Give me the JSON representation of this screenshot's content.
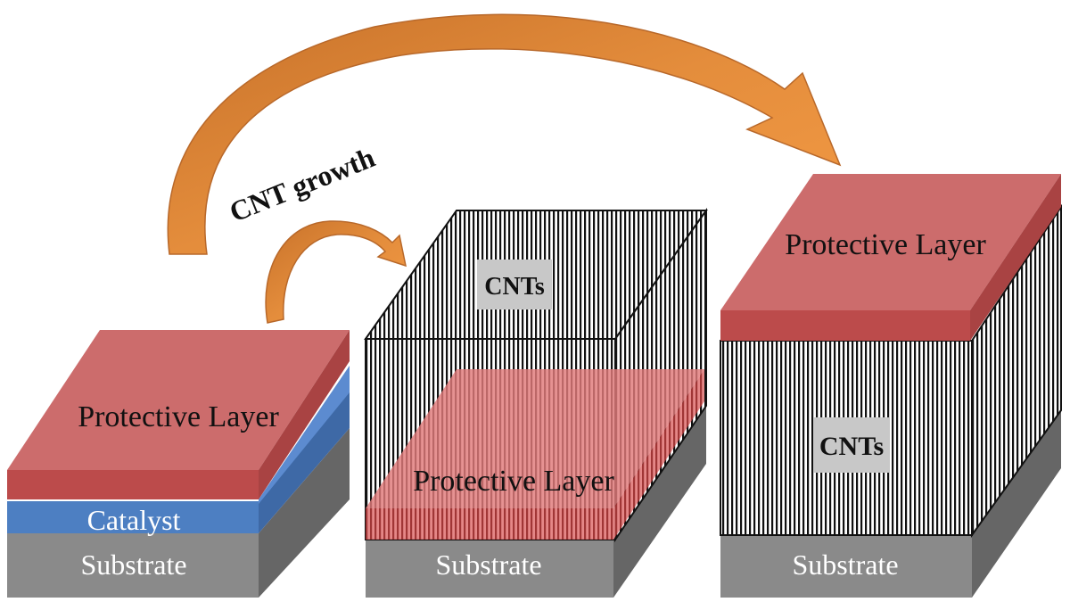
{
  "arrow_label": "CNT growth",
  "panels": [
    {
      "protective_label": "Protective Layer",
      "catalyst_label": "Catalyst",
      "substrate_label": "Substrate"
    },
    {
      "cnt_label": "CNTs",
      "protective_label": "Protective Layer",
      "substrate_label": "Substrate"
    },
    {
      "protective_label": "Protective Layer",
      "cnt_label": "CNTs",
      "substrate_label": "Substrate"
    }
  ],
  "colors": {
    "protective_top": "#cc6c6c",
    "protective_front": "#bc4b4b",
    "protective_side": "#a94343",
    "catalyst_front": "#4d7fc2",
    "catalyst_side": "#3e69a6",
    "substrate_front": "#8a8a8a",
    "substrate_side": "#666666",
    "arrow": "#e08a3a",
    "cnt_label_box": "#c8c8c8"
  }
}
